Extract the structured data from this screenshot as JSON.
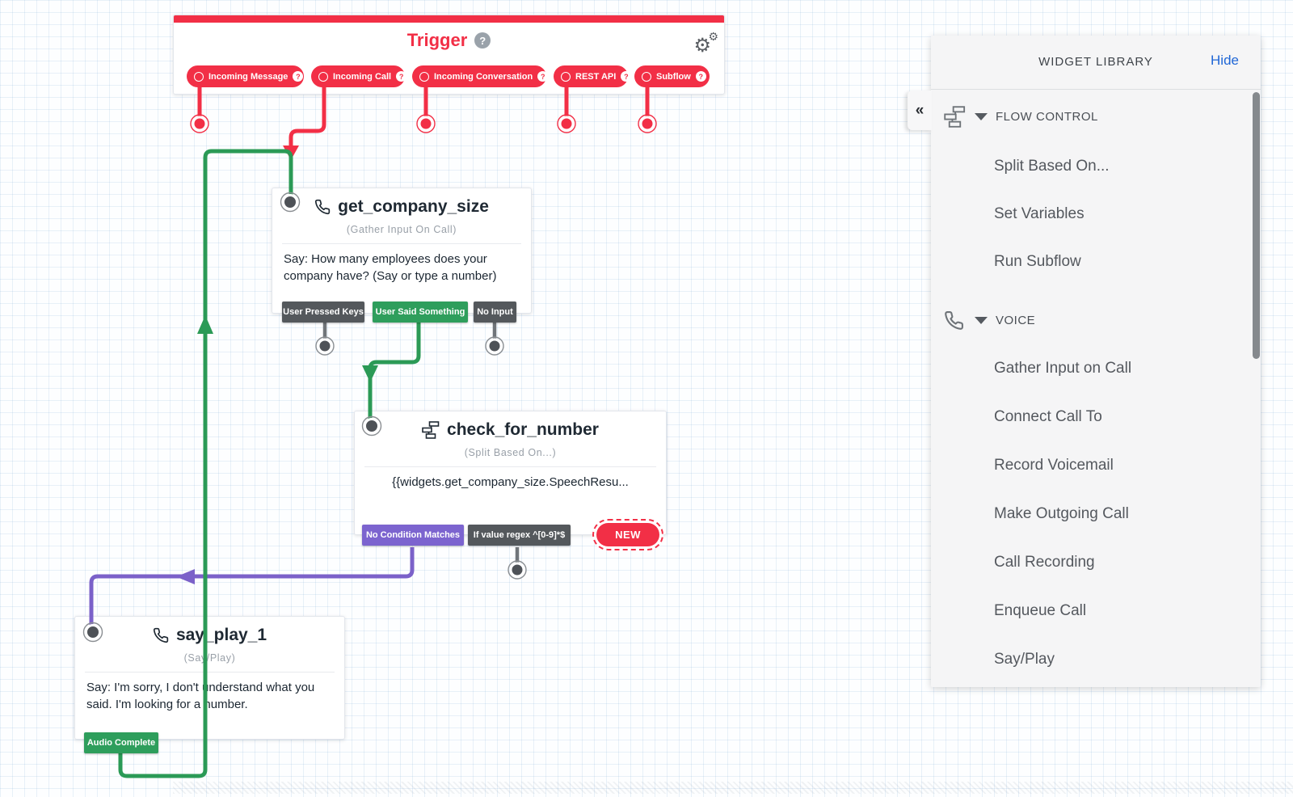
{
  "icons": {
    "help": "?",
    "gear": "⚙",
    "collapse": "«"
  },
  "colors": {
    "red": "#F22F46",
    "green_line": "#2B9A56",
    "green_tag": "#2E9E5C",
    "purple_line": "#7B61C9",
    "purple_tag": "#7C64CF",
    "gray_tag": "#54585C",
    "link_blue": "#1F66D6"
  },
  "canvas": {
    "trigger": {
      "title": "Trigger",
      "pills": [
        {
          "label": "Incoming Message"
        },
        {
          "label": "Incoming Call"
        },
        {
          "label": "Incoming Conversation"
        },
        {
          "label": "REST API"
        },
        {
          "label": "Subflow"
        }
      ]
    },
    "widgets": [
      {
        "title": "get_company_size",
        "subtitle": "(Gather Input On Call)",
        "body": "Say: How many employees does your company have? (Say or type a number)",
        "tags": [
          {
            "label": "User Pressed Keys",
            "color": "gray"
          },
          {
            "label": "User Said Something",
            "color": "green"
          },
          {
            "label": "No Input",
            "color": "gray"
          }
        ]
      },
      {
        "title": "check_for_number",
        "subtitle": "(Split Based On...)",
        "body": "{{widgets.get_company_size.SpeechResu...",
        "tags": [
          {
            "label": "No Condition Matches",
            "color": "purple"
          },
          {
            "label": "If value regex ^[0-9]*$",
            "color": "gray"
          }
        ],
        "new_button": "NEW"
      },
      {
        "title": "say_play_1",
        "subtitle": "(Say/Play)",
        "body": "Say: I'm sorry, I don't understand what you said. I'm looking for a number.",
        "tags": [
          {
            "label": "Audio Complete",
            "color": "green"
          }
        ]
      }
    ]
  },
  "library": {
    "title": "WIDGET LIBRARY",
    "hide": "Hide",
    "sections": [
      {
        "name": "FLOW CONTROL",
        "items": [
          "Split Based On...",
          "Set Variables",
          "Run Subflow"
        ]
      },
      {
        "name": "VOICE",
        "items": [
          "Gather Input on Call",
          "Connect Call To",
          "Record Voicemail",
          "Make Outgoing Call",
          "Call Recording",
          "Enqueue Call",
          "Say/Play"
        ]
      }
    ]
  }
}
